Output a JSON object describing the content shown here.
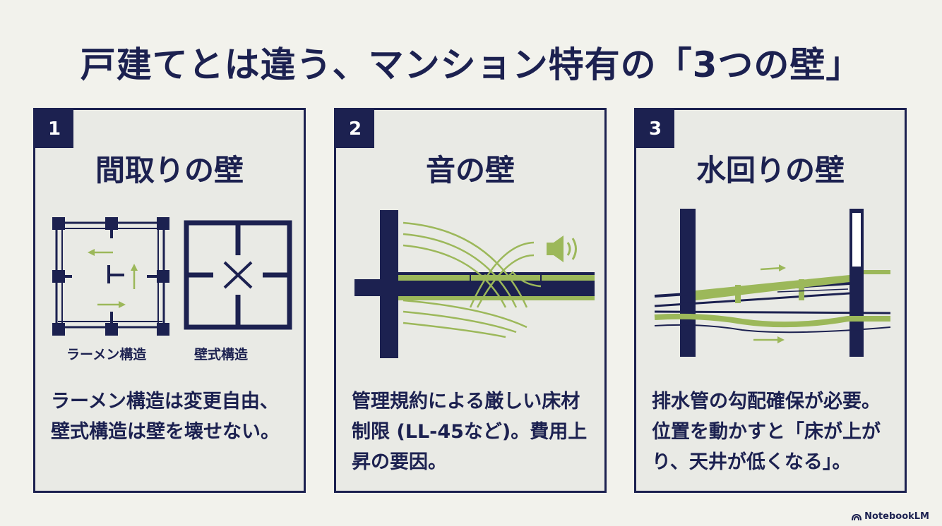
{
  "title": "戸建てとは違う、マンション特有の「3つの壁」",
  "panels": [
    {
      "number": "1",
      "title": "間取りの壁",
      "captions": [
        "ラーメン構造",
        "壁式構造"
      ],
      "description": "ラーメン構造は変更自由、壁式構造は壁を壊せない。"
    },
    {
      "number": "2",
      "title": "音の壁",
      "description": "管理規約による厳しい床材制限 (LL-45など)。費用上昇の要因。"
    },
    {
      "number": "3",
      "title": "水回りの壁",
      "description": "排水管の勾配確保が必要。位置を動かすと「床が上がり、天井が低くなる」。"
    }
  ],
  "brand": "NotebookLM",
  "colors": {
    "navy": "#1c2150",
    "green": "#9cb85a",
    "background": "#f2f2ec"
  }
}
